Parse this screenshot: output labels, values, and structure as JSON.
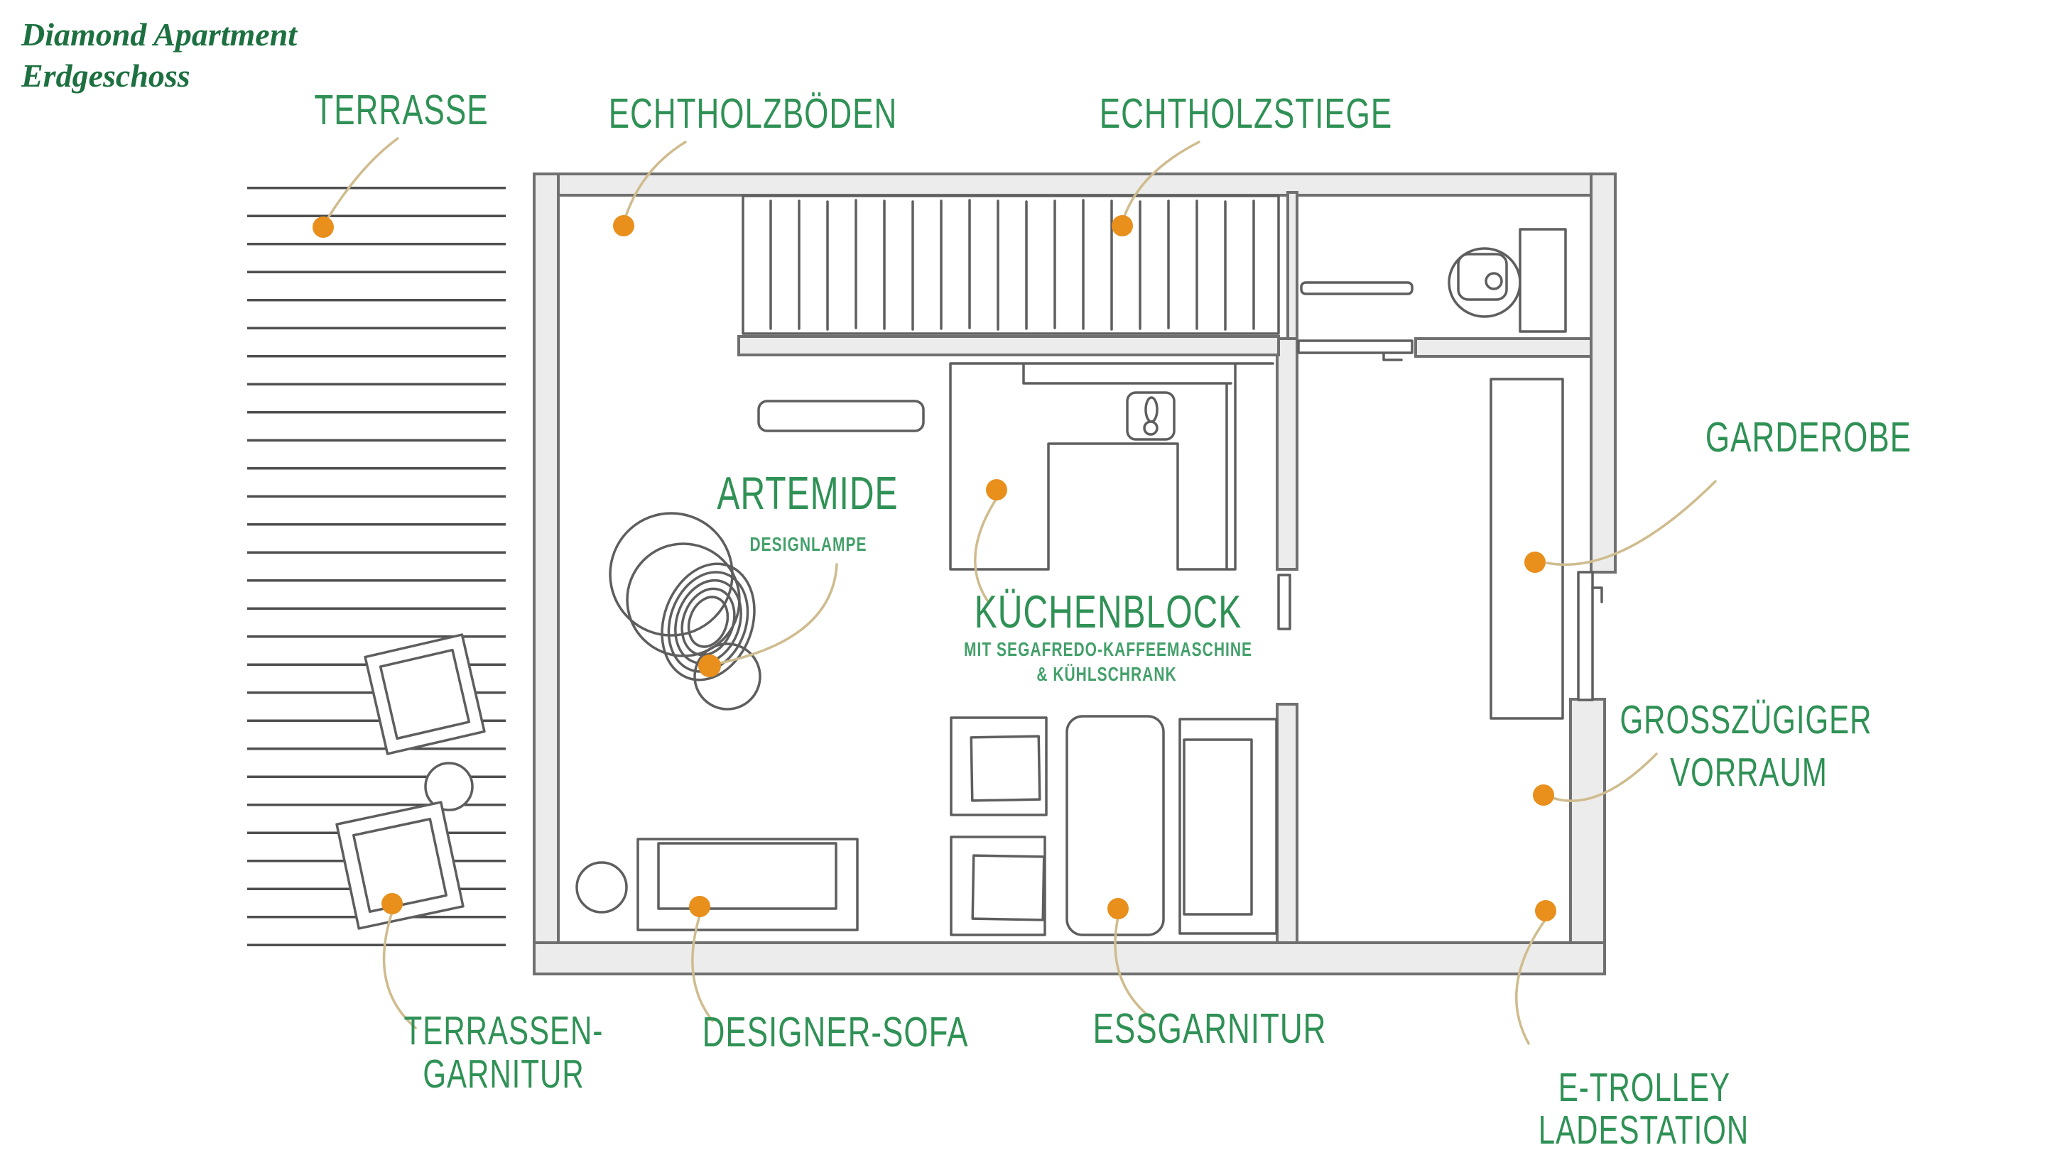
{
  "title": {
    "line1": "Diamond Apartment",
    "line2": "Erdgeschoss"
  },
  "labels": {
    "terrasse": {
      "text": "TERRASSE"
    },
    "echtholzboeden": {
      "text": "ECHTHOLZBÖDEN"
    },
    "echtholzstiege": {
      "text": "ECHTHOLZSTIEGE"
    },
    "garderobe": {
      "text": "GARDEROBE"
    },
    "artemide": {
      "text": "ARTEMIDE",
      "subtext": "DESIGNLAMPE"
    },
    "kuechenblock": {
      "text": "KÜCHENBLOCK",
      "subtext_line1": "MIT SEGAFREDO-KAFFEEMASCHINE",
      "subtext_line2": "& KÜHLSCHRANK"
    },
    "vorraum": {
      "line1": "GROSSZÜGIGER",
      "line2": "VORRAUM"
    },
    "terrassengarnitur": {
      "line1": "TERRASSEN-",
      "line2": "GARNITUR"
    },
    "designersofa": {
      "text": "DESIGNER-SOFA"
    },
    "essgarnitur": {
      "text": "ESSGARNITUR"
    },
    "etrolley": {
      "line1": "E-TROLLEY",
      "line2": "LADESTATION"
    }
  },
  "colors": {
    "title-green": "#1d7040",
    "label-green": "#2f9155",
    "sub-green": "#43a06a",
    "dot-orange": "#e88f1c",
    "leader-tan": "#cfbc8e",
    "wall-fill": "#ececec",
    "wall-stroke": "#707070",
    "line-dark": "#555555",
    "furn-stroke": "#5e5e5e"
  }
}
